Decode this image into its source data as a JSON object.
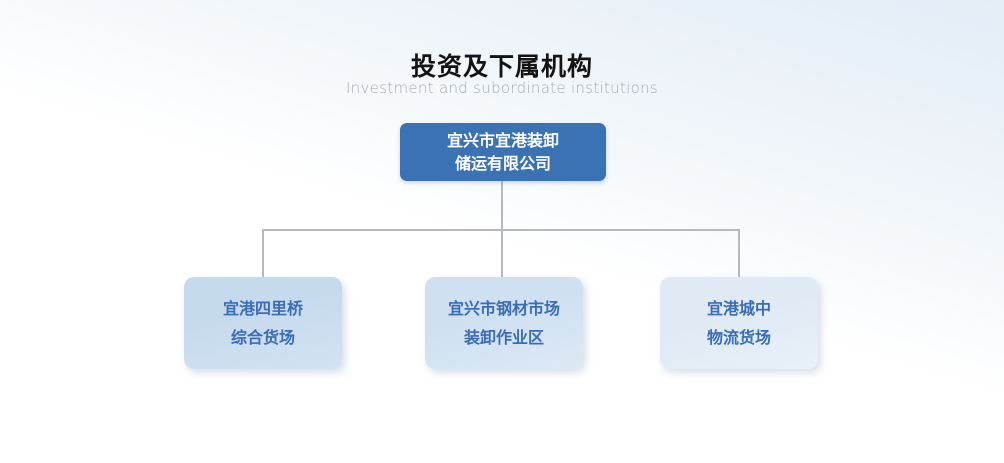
{
  "page": {
    "title": "投资及下属机构",
    "subtitle": "Investment and subordinate institutions"
  },
  "org_chart": {
    "root": {
      "label_line1": "宜兴市宜港装卸",
      "label_line2": "储运有限公司"
    },
    "children": [
      {
        "label_line1": "宜港四里桥",
        "label_line2": "综合货场"
      },
      {
        "label_line1": "宜兴市钢材市场",
        "label_line2": "装卸作业区"
      },
      {
        "label_line1": "宜港城中",
        "label_line2": "物流货场"
      }
    ]
  },
  "colors": {
    "bg_top": "#e3edf7",
    "title_color": "#141414",
    "subtitle_color": "#a7abae",
    "root_box_bg": "#3b72b4",
    "root_box_text": "#ffffff",
    "child_text": "#3a6db3",
    "child1_bg": "#c6daee",
    "child2_bg": "#cfe0f1",
    "child3_bg": "#dfeaf5",
    "connector": "#b6babc"
  }
}
